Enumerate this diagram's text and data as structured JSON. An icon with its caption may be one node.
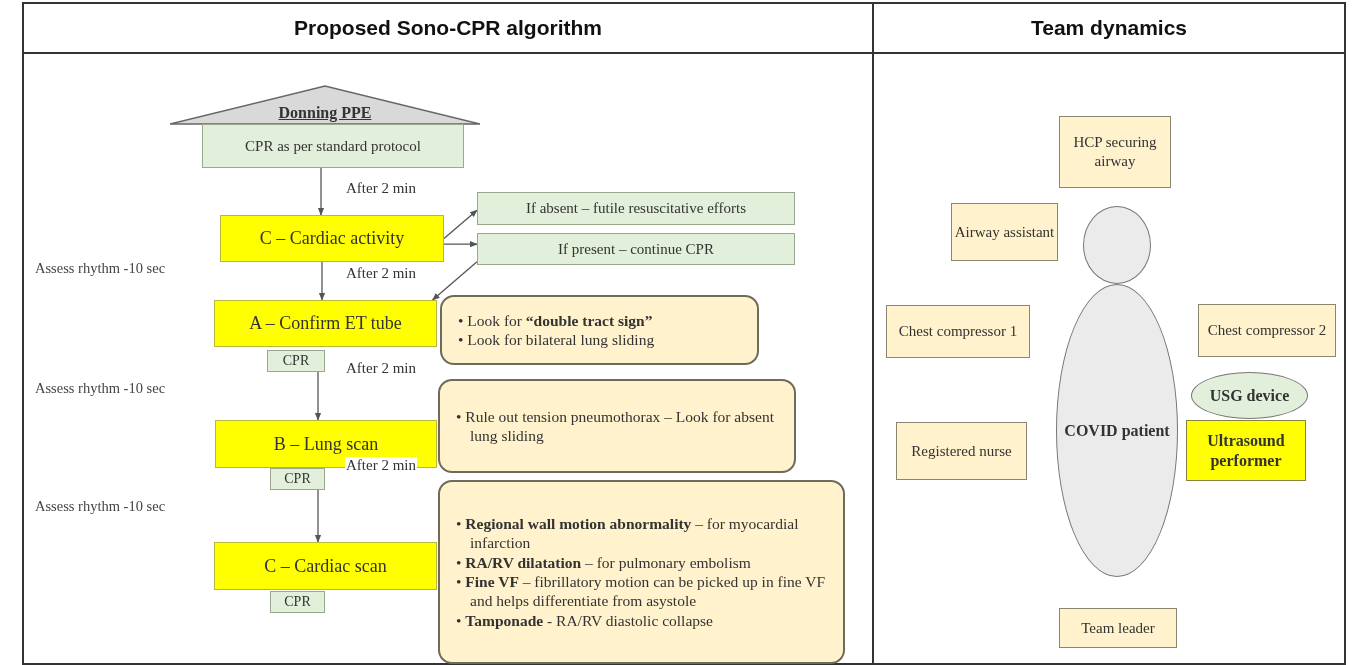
{
  "diagram": {
    "nodes": [
      {
        "text": [
          "Proposed Sono-CPR algorithm"
        ]
      },
      {
        "text": [
          "Donning PPE"
        ],
        "in": 0
      },
      {
        "text": [
          "CPR as per standard protocol"
        ],
        "in": 0
      },
      {
        "text": [
          "C – Cardiac activity"
        ],
        "in": 0
      },
      {
        "text": [
          "If absent – futile resuscitative efforts"
        ],
        "in": 0
      },
      {
        "text": [
          "If present – continue CPR"
        ],
        "in": 0
      },
      {
        "text": [
          "A – Confirm ET tube"
        ],
        "in": 0
      },
      {
        "text": [
          "CPR"
        ],
        "in": 0
      },
      {
        "text": [
          "• Look for **“double tract sign”**",
          "• Look for bilateral lung sliding"
        ],
        "in": 0
      },
      {
        "text": [
          "B – Lung scan"
        ],
        "in": 0
      },
      {
        "text": [
          "CPR"
        ],
        "in": 0
      },
      {
        "text": [
          "• Rule out tension pneumothorax – Look for absent lung sliding"
        ],
        "in": 0
      },
      {
        "text": [
          "C – Cardiac scan"
        ],
        "in": 0
      },
      {
        "text": [
          "CPR"
        ],
        "in": 0
      },
      {
        "text": [
          "• **Regional wall motion abnormality** – for myocardial infarction",
          "• **RA/RV dilatation** – for pulmonary embolism",
          "• **Fine VF** – fibrillatory motion can be picked up in fine VF and helps differentiate from asystole",
          "• **Tamponade** - RA/RV diastolic collapse"
        ],
        "in": 0
      },
      {
        "text": [
          "Team dynamics"
        ]
      },
      {
        "text": [
          "HCP securing airway"
        ],
        "in": 15
      },
      {
        "text": [
          "Airway assistant"
        ],
        "in": 15
      },
      {
        "text": [],
        "shape": "circle",
        "in": 15
      },
      {
        "text": [
          "COVID patient"
        ],
        "in": 15
      },
      {
        "text": [
          "Chest compressor 1"
        ],
        "in": 15
      },
      {
        "text": [
          "Chest compressor 2"
        ],
        "in": 15
      },
      {
        "text": [
          "USG device"
        ],
        "in": 15
      },
      {
        "text": [
          "Registered nurse"
        ],
        "in": 15
      },
      {
        "text": [
          "Ultrasound performer"
        ],
        "in": 15
      },
      {
        "text": [
          "Team leader"
        ],
        "in": 15
      }
    ],
    "edges": [
      {
        "from": 2,
        "to": 3,
        "arrow": "to",
        "label": "After 2 min"
      },
      {
        "from": 3,
        "to": 4,
        "arrow": "to"
      },
      {
        "from": 3,
        "to": 5,
        "arrow": "to"
      },
      {
        "from": 5,
        "to": 6,
        "arrow": "to"
      },
      {
        "from": 3,
        "to": 6,
        "arrow": "to",
        "label": "After 2 min"
      },
      {
        "from": 7,
        "to": 9,
        "arrow": "to",
        "label": "After 2 min"
      },
      {
        "from": 10,
        "to": 12,
        "arrow": "to",
        "label": "After 2 min"
      }
    ],
    "labels": [
      "Assess rhythm -10 sec",
      "Assess rhythm -10 sec",
      "Assess rhythm -10 sec"
    ]
  }
}
